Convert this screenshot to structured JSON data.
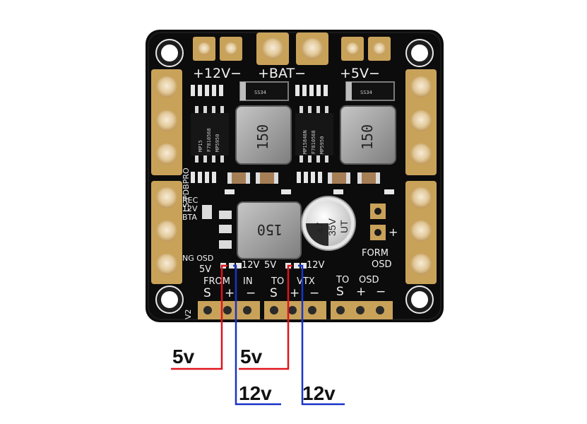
{
  "board": {
    "outputs": {
      "v12": "+12V−",
      "bat": "+BAT−",
      "v5": "+5V−"
    },
    "side_label": "LS-PDBPRO",
    "chips": {
      "diode": "SS34",
      "reg_left_1": "MP15",
      "reg_left_2": "F7810568",
      "reg_left_3": "MP5950",
      "reg_right_1": "MP15846N",
      "reg_right_2": "F7810568",
      "reg_right_3": "MP5950"
    },
    "inductors": [
      "150",
      "150",
      "150"
    ],
    "capacitor": {
      "line1": "47",
      "line2": "35V",
      "line3": "UT"
    },
    "jumper_labels": {
      "rec": "REC",
      "v12": "12V",
      "bta": "BTA",
      "ng_osd": "NG OSD",
      "form": "FORM",
      "osd": "OSD"
    },
    "solder_labels": {
      "left_5v": "5V",
      "left_12v": "12V",
      "mid_5v": "5V",
      "mid_12v": "12V"
    },
    "bottom_labels": {
      "from": "FROM",
      "in": "IN",
      "to1": "TO",
      "vtx": "VTX",
      "to2": "TO",
      "osd": "OSD",
      "v2": "V2",
      "s": "S",
      "plus": "+",
      "minus": "−"
    }
  },
  "annotations": {
    "left_5v": "5v",
    "left_12v": "12v",
    "right_5v": "5v",
    "right_12v": "12v"
  },
  "colors": {
    "pcb": "#0c0c0c",
    "gold": "#c9a25a",
    "red_wire": "#e0141c",
    "blue_wire": "#1834c8"
  }
}
